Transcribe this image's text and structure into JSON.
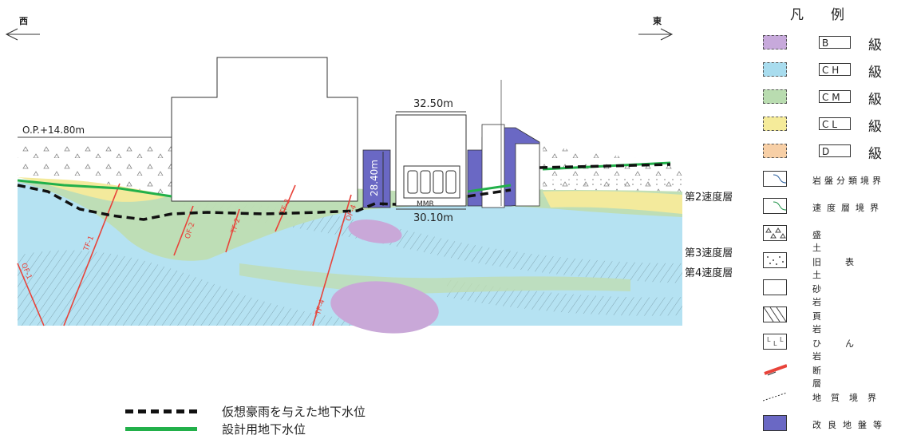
{
  "directions": {
    "west": "西",
    "east": "東"
  },
  "elevation_label": "O.P.+14.80m",
  "dimensions": {
    "top_width": "32.50m",
    "depth": "28.40m",
    "mmr": "MMR",
    "bottom_width": "30.10m"
  },
  "velocity_layers": [
    "第2速度層",
    "第3速度層",
    "第4速度層"
  ],
  "faults": [
    "TF-1",
    "OF-1",
    "OF-4",
    "TF-2",
    "TF-3",
    "TF-4",
    "OF-2"
  ],
  "legend": {
    "title": "凡　　例",
    "grades": [
      {
        "box": "B",
        "label": "B",
        "suffix": "級",
        "color": "#c7a9db"
      },
      {
        "box": "CH",
        "label": "C H",
        "suffix": "級",
        "color": "#a8dcee"
      },
      {
        "box": "CM",
        "label": "C M",
        "suffix": "級",
        "color": "#b9dcb0"
      },
      {
        "box": "CL",
        "label": "C L",
        "suffix": "級",
        "color": "#f5eb9a"
      },
      {
        "box": "D",
        "label": "D",
        "suffix": "級",
        "color": "#f7cfa6"
      }
    ],
    "symbols": [
      {
        "icon": "rock-class-boundary-icon",
        "label": "岩盤分類境界"
      },
      {
        "icon": "velocity-layer-boundary-icon",
        "label": "速度層境界"
      },
      {
        "icon": "fill-pattern-icon",
        "label": "盛土"
      },
      {
        "icon": "old-surface-soil-icon",
        "label": "旧表土"
      },
      {
        "icon": "sandstone-icon",
        "label": "砂岩"
      },
      {
        "icon": "shale-icon",
        "label": "頁岩"
      },
      {
        "icon": "porphyrite-icon",
        "label": "ひん岩"
      },
      {
        "icon": "fault-icon",
        "label": "断層"
      },
      {
        "icon": "geological-boundary-icon",
        "label": "地質境界"
      },
      {
        "icon": "improved-ground-icon",
        "label": "改良地盤等"
      }
    ]
  },
  "water_levels": [
    {
      "style": "dashed",
      "color": "#111111",
      "label": "仮想豪雨を与えた地下水位"
    },
    {
      "style": "solid",
      "color": "#22b04a",
      "label": "設計用地下水位"
    }
  ],
  "colors": {
    "sandstone_blue": "#b5e2f2",
    "cm_green": "#bfddb2",
    "cl_yellow": "#f3ea9c",
    "b_purple": "#c9a8d8",
    "improved_ground": "#6a68c4",
    "fault_red": "#e8433a"
  }
}
